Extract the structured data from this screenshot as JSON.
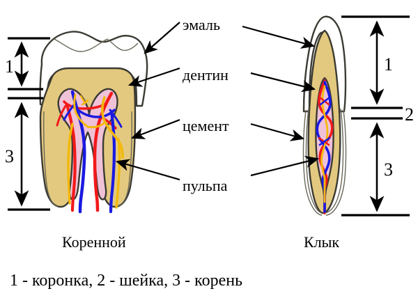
{
  "diagram": {
    "title_caption": "1 - коронка, 2 - шейка, 3 - корень",
    "teeth": [
      {
        "id": "molar",
        "name": "Коренной"
      },
      {
        "id": "canine",
        "name": "Клык"
      }
    ],
    "part_labels": [
      {
        "id": "enamel",
        "text": "эмаль"
      },
      {
        "id": "dentin",
        "text": "дентин"
      },
      {
        "id": "cement",
        "text": "цемент"
      },
      {
        "id": "pulp",
        "text": "пульпа"
      }
    ],
    "numbers": {
      "crown_left": "1",
      "root_left": "3",
      "crown_right": "1",
      "neck_right": "2",
      "root_right": "3"
    },
    "colors": {
      "enamel": "#ffffff",
      "dentin": "#e3c97f",
      "pulp": "#f0c2d8",
      "outline": "#3b3a33",
      "artery": "#f11a1a",
      "vein": "#1a1ae0",
      "nerve": "#f3b90c",
      "background": "#ffffff",
      "text": "#000000"
    }
  }
}
